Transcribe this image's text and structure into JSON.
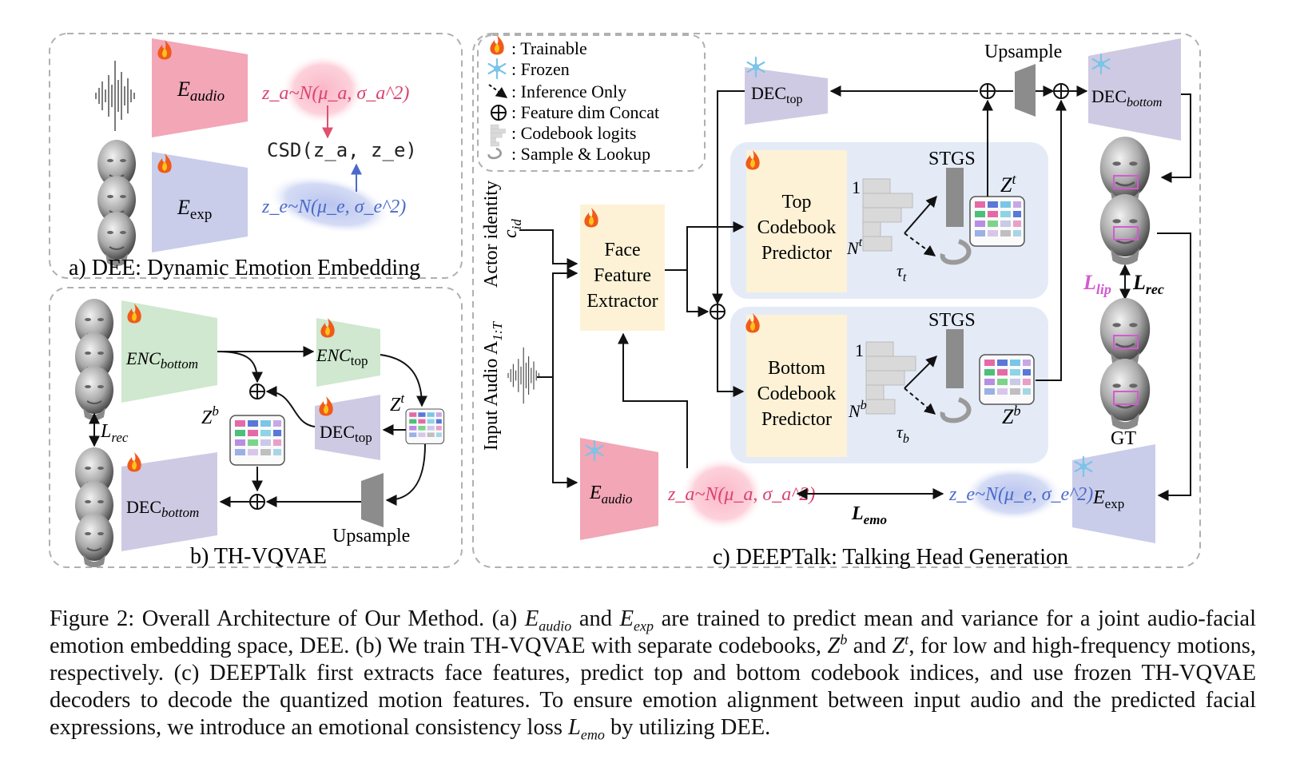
{
  "legend": {
    "trainable": ": Trainable",
    "frozen": ": Frozen",
    "inference_only": ": Inference Only",
    "feature_concat": ": Feature dim Concat",
    "codebook_logits": ": Codebook logits",
    "sample_lookup": ": Sample & Lookup"
  },
  "panel_a": {
    "title": "a) DEE: Dynamic Emotion Embedding",
    "e_audio": "E",
    "e_audio_sub": "audio",
    "e_exp": "E",
    "e_exp_sub": "exp",
    "z_a_dist": "z_a~N(μ_a, σ_a^2)",
    "z_e_dist": "z_e~N(μ_e, σ_e^2)",
    "csd": "CSD(z_a, z_e)"
  },
  "panel_b": {
    "title": "b) TH-VQVAE",
    "enc_bottom": "ENC",
    "enc_bottom_sub": "bottom",
    "enc_top": "ENC",
    "enc_top_sub": "top",
    "dec_top": "DEC",
    "dec_top_sub": "top",
    "dec_bottom": "DEC",
    "dec_bottom_sub": "bottom",
    "l_rec": "L",
    "l_rec_sub": "rec",
    "z_b": "Z",
    "z_b_sup": "b",
    "z_t": "Z",
    "z_t_sup": "t",
    "upsample": "Upsample"
  },
  "panel_c": {
    "title": "c) DEEPTalk: Talking Head Generation",
    "actor_identity": "Actor identity",
    "c_id": "c",
    "c_id_sub": "id",
    "input_audio": "Input Audio A",
    "input_audio_sub": "1:T",
    "face_feature_extractor": [
      "Face",
      "Feature",
      "Extractor"
    ],
    "top_predictor": [
      "Top",
      "Codebook",
      "Predictor"
    ],
    "bottom_predictor": [
      "Bottom",
      "Codebook",
      "Predictor"
    ],
    "stgs_top": "STGS",
    "stgs_bottom": "STGS",
    "one_top": "1",
    "one_bottom": "1",
    "n_top": "N",
    "n_top_sup": "t",
    "n_bottom": "N",
    "n_bottom_sup": "b",
    "tau_t": "τ",
    "tau_t_sub": "t",
    "tau_b": "τ",
    "tau_b_sub": "b",
    "z_t": "Z",
    "z_t_sup": "t",
    "z_b": "Z",
    "z_b_sup": "b",
    "dec_top": "DEC",
    "dec_top_sub": "top",
    "dec_bottom": "DEC",
    "dec_bottom_sub": "bottom",
    "upsample": "Upsample",
    "e_audio": "E",
    "e_audio_sub": "audio",
    "e_exp": "E",
    "e_exp_sub": "exp",
    "z_a_dist": "z_a~N(μ_a, σ_a^2)",
    "z_e_dist": "z_e~N(μ_e, σ_e^2)",
    "l_emo": "L",
    "l_emo_sub": "emo",
    "l_lip": "L",
    "l_lip_sub": "lip",
    "l_rec": "L",
    "l_rec_sub": "rec",
    "gt": "GT"
  },
  "caption": {
    "part1": "Figure 2: Overall Architecture of Our Method. (a) ",
    "e_audio": "E",
    "e_audio_sub": "audio",
    "and1": " and ",
    "e_exp": "E",
    "e_exp_sub": "exp",
    "part2": " are trained to predict mean and variance for a joint audio-facial emotion embedding space, DEE. (b) We train TH-VQVAE with separate codebooks, ",
    "zb": "Z",
    "zb_sup": "b",
    "and2": " and ",
    "zt": "Z",
    "zt_sup": "t",
    "part3": ", for low and high-frequency motions, respectively. (c) DEEPTalk first extracts face features, predict top and bottom codebook indices, and use frozen TH-VQVAE decoders to decode the quantized motion features. To ensure emotion alignment between input audio and the predicted facial expressions, we introduce an emotional consistency loss ",
    "lemo": "L",
    "lemo_sub": "emo",
    "part4": " by utilizing DEE."
  },
  "colors": {
    "pink_encoder": "#f2a6b6",
    "blue_encoder": "#c9cdea",
    "green_encoder": "#cfe8cf",
    "purple_decoder": "#cfcae3",
    "predictor_bg": "#fdf2d6",
    "predictor_panel": "#e4ebf7",
    "pink_text": "#d9436f",
    "blue_text": "#4a6ac9",
    "lip_magenta": "#d45ad0",
    "dashed_border": "#b0b0b0"
  }
}
